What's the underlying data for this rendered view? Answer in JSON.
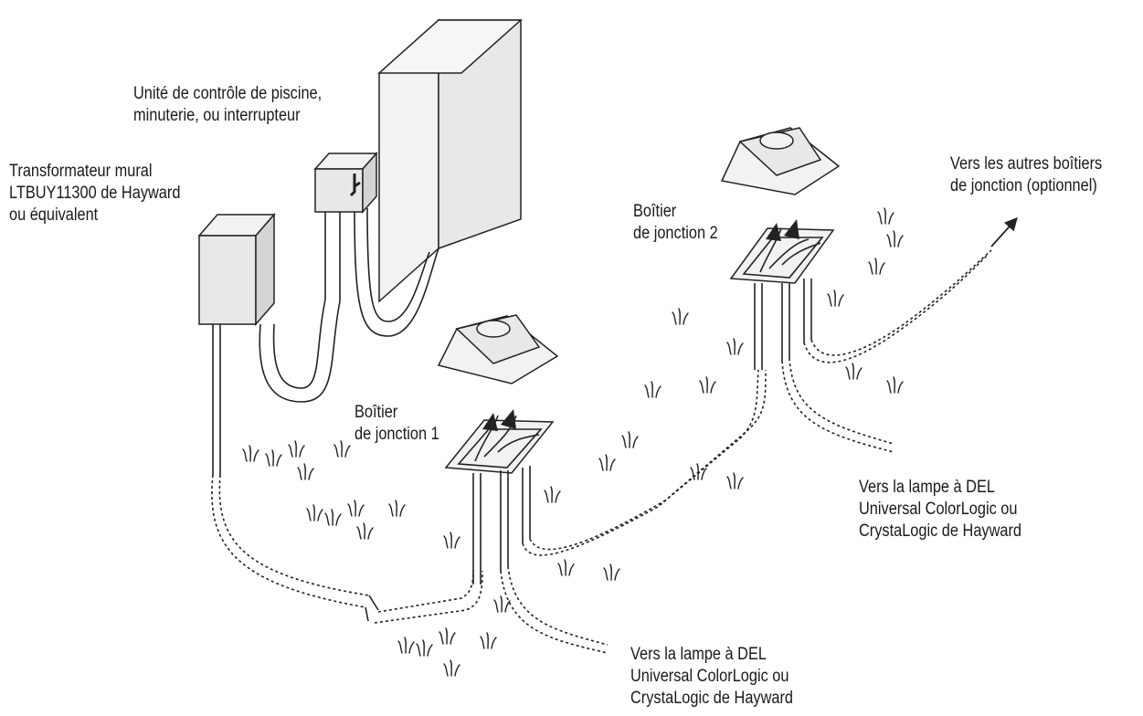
{
  "labels": {
    "control_unit": [
      "Unité de contrôle de piscine,",
      "minuterie, ou interrupteur"
    ],
    "transformer": [
      "Transformateur mural",
      "LTBUY11300 de Hayward",
      "ou équivalent"
    ],
    "junction_box_2": [
      "Boîtier",
      "de jonction 2"
    ],
    "junction_box_1": [
      "Boîtier",
      "de jonction 1"
    ],
    "other_boxes": [
      "Vers les autres boîtiers",
      "de jonction (optionnel)"
    ],
    "lamp_right": [
      "Vers la lampe à DEL",
      "Universal ColorLogic ou",
      "CrystaLogic de Hayward"
    ],
    "lamp_bottom": [
      "Vers la lampe à DEL",
      "Universal ColorLogic ou",
      "CrystaLogic de Hayward"
    ]
  }
}
